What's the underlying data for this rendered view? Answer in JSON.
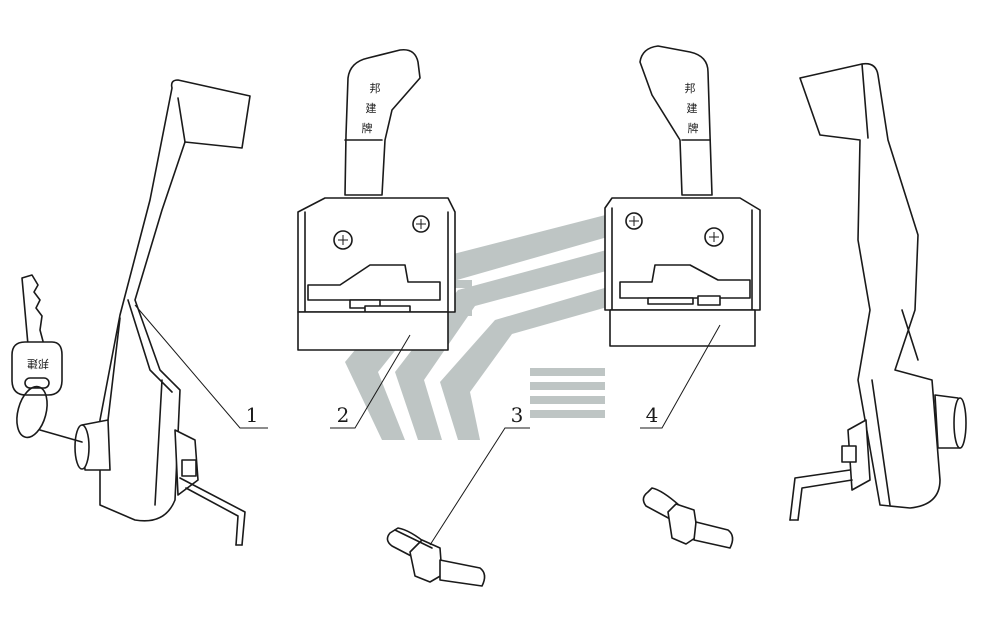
{
  "diagram": {
    "part_labels": [
      "1",
      "2",
      "3",
      "4"
    ],
    "brand_text_lock_left": [
      "邦",
      "建",
      "牌"
    ],
    "brand_text_lock_right": [
      "邦",
      "建",
      "牌"
    ],
    "key_text": "邦建"
  },
  "colors": {
    "line": "#1a1a1a",
    "watermark": "#9aa3a3",
    "background": "#ffffff"
  }
}
